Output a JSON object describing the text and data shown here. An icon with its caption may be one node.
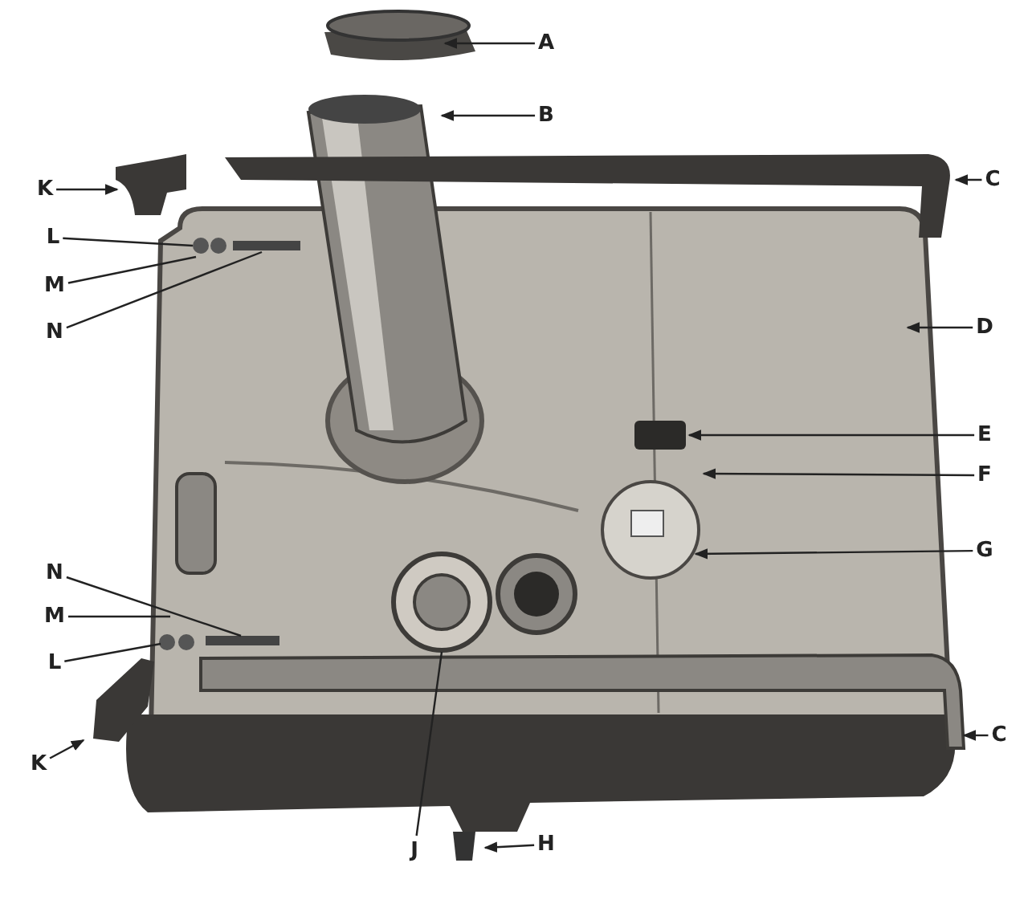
{
  "diagram": {
    "nodes": [
      {
        "text": [
          "A"
        ]
      },
      {
        "text": [
          "B"
        ]
      },
      {
        "text": [
          "K"
        ]
      },
      {
        "text": [
          "C"
        ]
      },
      {
        "text": [
          "L"
        ]
      },
      {
        "text": [
          "M"
        ]
      },
      {
        "text": [
          "N"
        ]
      },
      {
        "text": [
          "D"
        ]
      },
      {
        "text": [
          "E"
        ]
      },
      {
        "text": [
          "F"
        ]
      },
      {
        "text": [
          "G"
        ]
      },
      {
        "text": [
          "N"
        ]
      },
      {
        "text": [
          "M"
        ]
      },
      {
        "text": [
          "L"
        ]
      },
      {
        "text": [
          "K"
        ]
      },
      {
        "text": [
          "C"
        ]
      },
      {
        "text": [
          "J"
        ]
      },
      {
        "text": [
          "H"
        ]
      }
    ],
    "edges": [
      {
        "from": 0,
        "to": null,
        "arrow": "to"
      },
      {
        "from": 1,
        "to": null,
        "arrow": "to"
      },
      {
        "from": 2,
        "to": null,
        "arrow": "to"
      },
      {
        "from": 3,
        "to": null,
        "arrow": "to"
      },
      {
        "from": 4,
        "to": null,
        "arrow": "none"
      },
      {
        "from": 5,
        "to": null,
        "arrow": "none"
      },
      {
        "from": 6,
        "to": null,
        "arrow": "none"
      },
      {
        "from": 7,
        "to": null,
        "arrow": "to"
      },
      {
        "from": 8,
        "to": null,
        "arrow": "to"
      },
      {
        "from": 9,
        "to": null,
        "arrow": "to"
      },
      {
        "from": 10,
        "to": null,
        "arrow": "to"
      },
      {
        "from": 11,
        "to": null,
        "arrow": "none"
      },
      {
        "from": 12,
        "to": null,
        "arrow": "none"
      },
      {
        "from": 13,
        "to": null,
        "arrow": "none"
      },
      {
        "from": 14,
        "to": null,
        "arrow": "to"
      },
      {
        "from": 15,
        "to": null,
        "arrow": "to"
      },
      {
        "from": 16,
        "to": null,
        "arrow": "none"
      },
      {
        "from": 17,
        "to": null,
        "arrow": "to"
      }
    ]
  }
}
